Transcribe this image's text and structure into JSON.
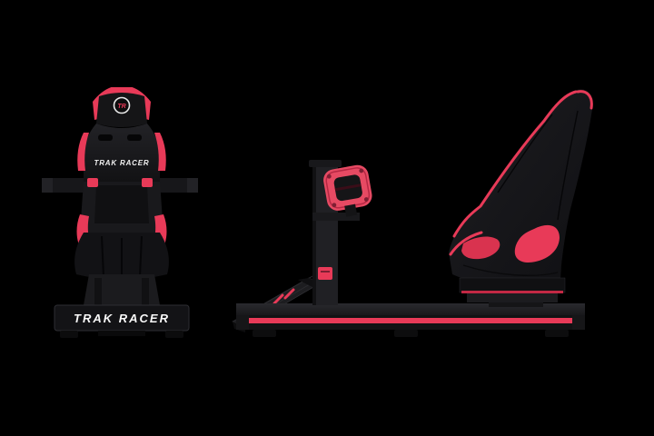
{
  "page": {
    "background_color": "#000000",
    "description": "Product photo of a racing simulator cockpit shown in front view and side view on a black background"
  },
  "product": {
    "name": "TRAK RACER",
    "branding": {
      "monogram": "TR",
      "seatback_text": "TRAK RACER",
      "baseplate_text": "TRAK RACER"
    },
    "colors": {
      "accent_red": "#e83a58",
      "accent_red_dark": "#c02a47",
      "seat_black": "#161619",
      "frame_black": "#1e1e20",
      "baseplate_black": "#131316",
      "text_white": "#fafafa"
    },
    "views": [
      {
        "id": "front",
        "label": "Front view of cockpit seat and base"
      },
      {
        "id": "side",
        "label": "Side view of rig with wheel mount, pedal deck, rails and seat"
      }
    ]
  }
}
